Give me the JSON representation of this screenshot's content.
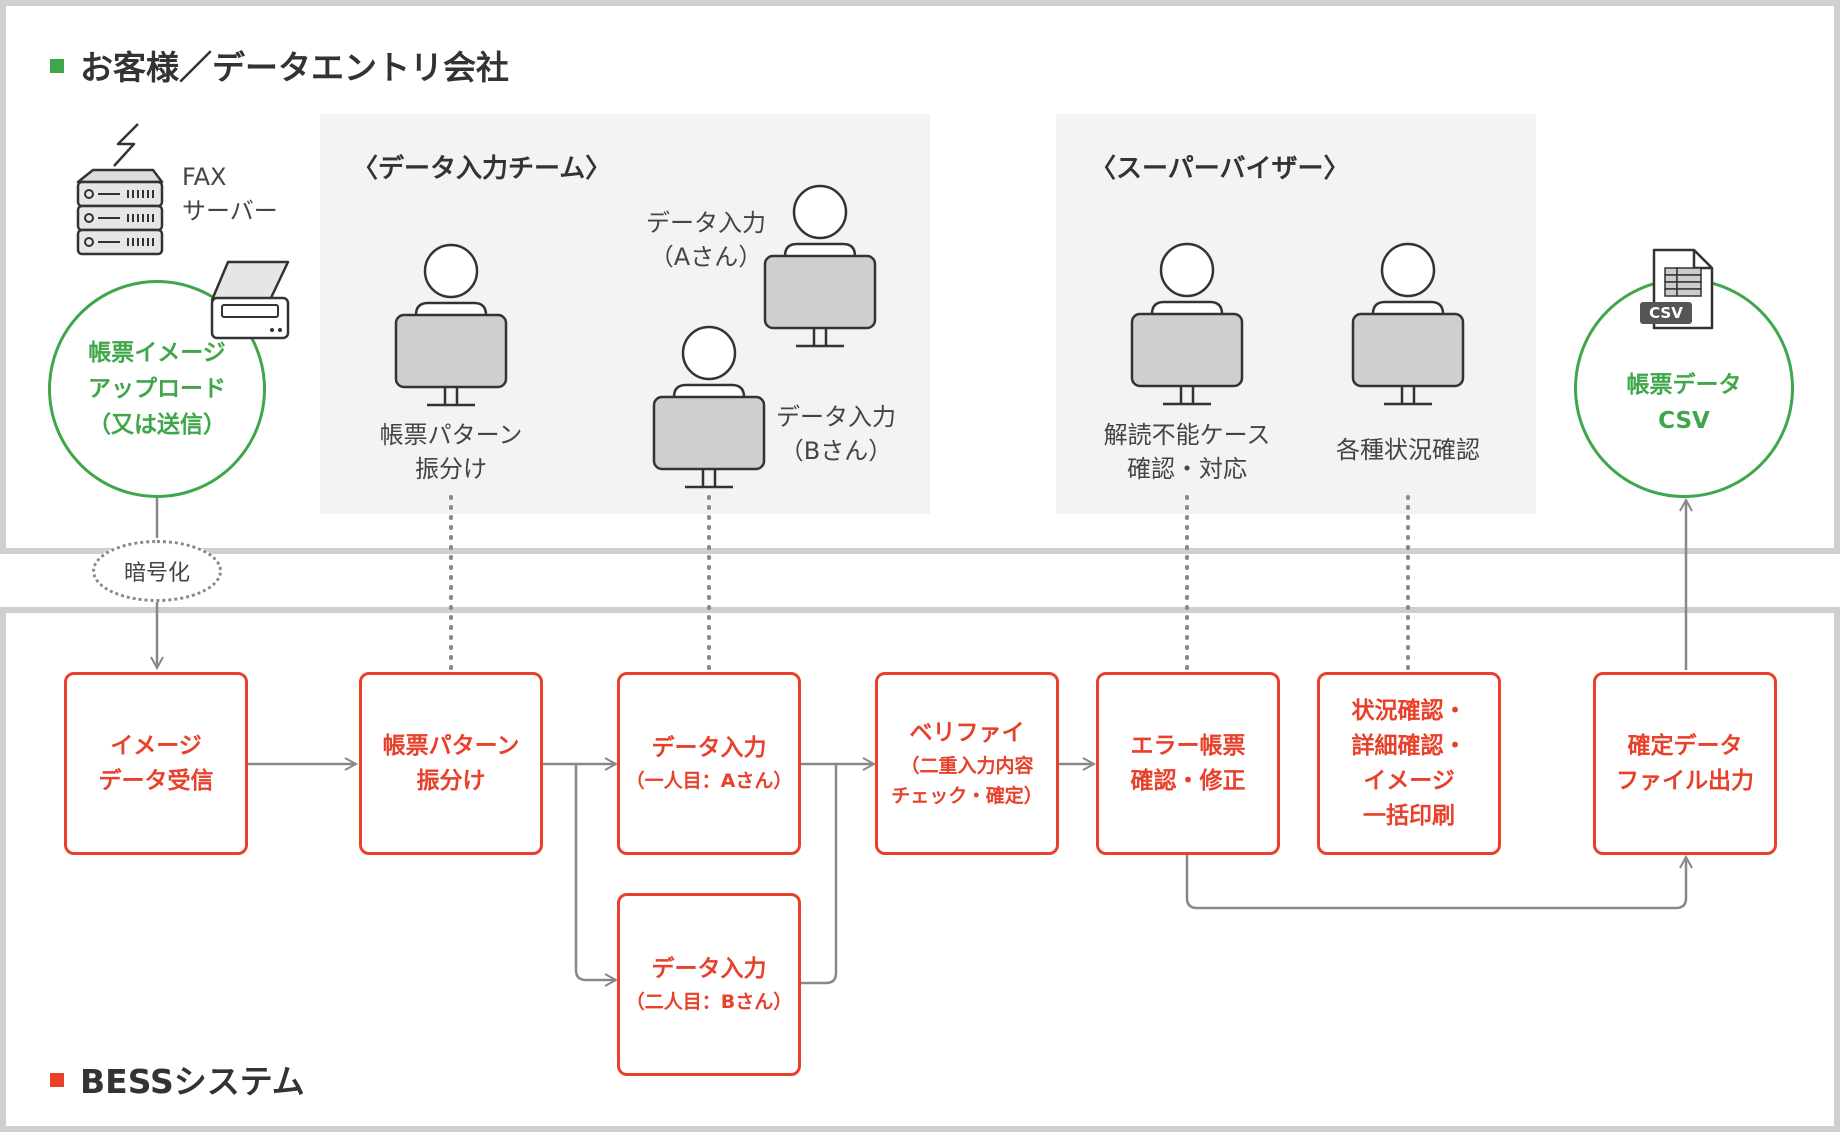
{
  "colors": {
    "green": "#3fa64a",
    "red": "#e8402a",
    "gray_line": "#888888",
    "panel_border": "#cfcfcf",
    "team_bg": "#f3f3f3"
  },
  "customer_section": {
    "heading": "お客様／データエントリ会社"
  },
  "system_section": {
    "heading": "BESSシステム"
  },
  "fax_server": {
    "icon": "server-icon",
    "line1": "FAX",
    "line2": "サーバー"
  },
  "scanner": {
    "icon": "scanner-icon"
  },
  "upload_circle": {
    "line1": "帳票イメージ",
    "line2": "アップロード",
    "line3": "（又は送信）"
  },
  "encryption": {
    "label": "暗号化"
  },
  "data_entry_team": {
    "title": "〈データ入力チーム〉",
    "sorter": {
      "line1": "帳票パターン",
      "line2": "振分け"
    },
    "entry_a": {
      "line1": "データ入力",
      "line2": "（Aさん）"
    },
    "entry_b": {
      "line1": "データ入力",
      "line2": "（Bさん）"
    }
  },
  "supervisor_team": {
    "title": "〈スーパーバイザー〉",
    "error_handler": {
      "line1": "解読不能ケース",
      "line2": "確認・対応"
    },
    "status_checker": {
      "line1": "各種状況確認"
    }
  },
  "csv_circle": {
    "line1": "帳票データ",
    "line2": "CSV",
    "file_badge": "CSV"
  },
  "process": {
    "receive": {
      "line1": "イメージ",
      "line2": "データ受信"
    },
    "sort": {
      "line1": "帳票パターン",
      "line2": "振分け"
    },
    "entry1": {
      "line1": "データ入力",
      "sub": "（一人目：Aさん）"
    },
    "entry2": {
      "line1": "データ入力",
      "sub": "（二人目：Bさん）"
    },
    "verify": {
      "line1": "ベリファイ",
      "sub1": "（二重入力内容",
      "sub2": "チェック・確定）"
    },
    "error": {
      "line1": "エラー帳票",
      "line2": "確認・修正"
    },
    "status": {
      "line1": "状況確認・",
      "line2": "詳細確認・",
      "line3": "イメージ",
      "line4": "一括印刷"
    },
    "output": {
      "line1": "確定データ",
      "line2": "ファイル出力"
    }
  }
}
